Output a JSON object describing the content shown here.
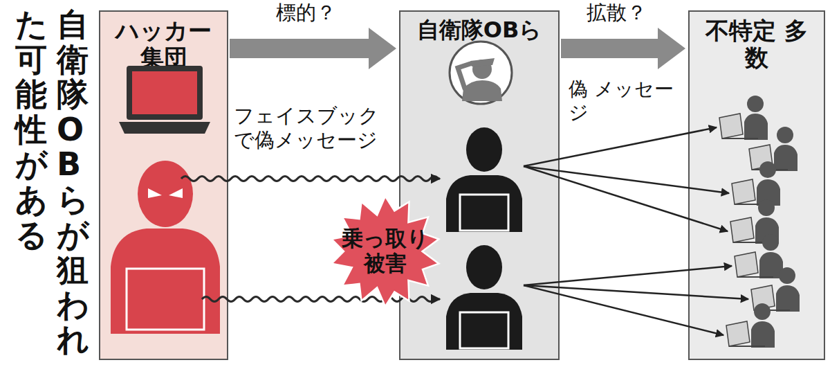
{
  "diagram": {
    "title": "自衛隊OBらが狙われた可能性がある",
    "nodes": [
      {
        "text": [
          "ハッカー 集団"
        ]
      },
      {
        "text": [
          "自衛隊OBら"
        ]
      },
      {
        "text": [
          "不特定 多数"
        ]
      },
      {
        "text": [
          "乗っ取り 被害"
        ]
      }
    ],
    "edges": [
      {
        "from": 0,
        "to": 1,
        "label": "標的？",
        "arrow": "to"
      },
      {
        "from": 1,
        "to": 2,
        "label": "拡散？",
        "arrow": "to"
      }
    ],
    "labels": [
      "フェイスブック で偽メッセージ",
      "偽 メッセージ"
    ]
  }
}
